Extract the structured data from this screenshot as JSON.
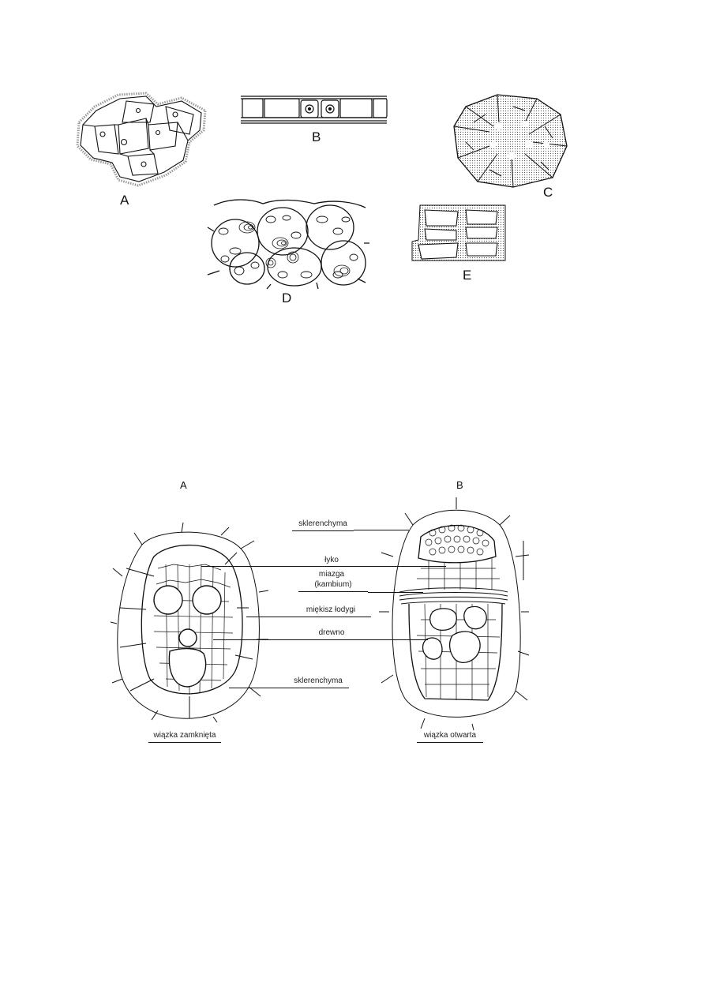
{
  "top_figure": {
    "panels": [
      {
        "id": "A",
        "label": "A"
      },
      {
        "id": "B",
        "label": "B"
      },
      {
        "id": "C",
        "label": "C"
      },
      {
        "id": "D",
        "label": "D"
      },
      {
        "id": "E",
        "label": "E"
      }
    ]
  },
  "bottom_figure": {
    "bundle_a": {
      "letter": "A",
      "caption": "wiązka zamknięta"
    },
    "bundle_b": {
      "letter": "B",
      "caption": "wiązka otwarta"
    },
    "labels": [
      {
        "id": "sklerenchyma-top",
        "text": "sklerenchyma"
      },
      {
        "id": "lyko",
        "text": "łyko"
      },
      {
        "id": "miazga",
        "text": "miazga"
      },
      {
        "id": "kambium",
        "text": "(kambium)"
      },
      {
        "id": "miekisz",
        "text": "miękisz łodygi"
      },
      {
        "id": "drewno",
        "text": "drewno"
      },
      {
        "id": "sklerenchyma-bottom",
        "text": "sklerenchyma"
      }
    ]
  }
}
